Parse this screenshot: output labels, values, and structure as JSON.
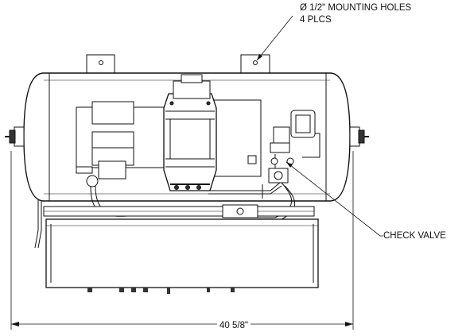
{
  "callouts": {
    "mounting_holes": "Ø 1/2\" MOUNTING HOLES",
    "mounting_holes_qty": "4 PLCS",
    "check_valve": "CHECK VALVE"
  },
  "dimensions": {
    "overall_width": "40 5/8\""
  }
}
